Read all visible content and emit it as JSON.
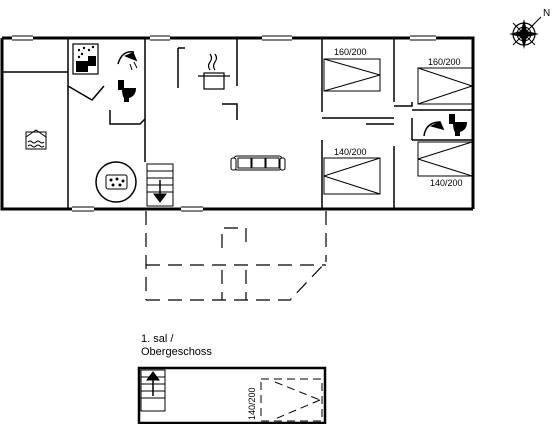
{
  "compass": {
    "north_label": "N",
    "icon": "compass-rose-icon"
  },
  "ground_floor": {
    "bed_labels": [
      "160/200",
      "160/200",
      "140/200",
      "140/200"
    ],
    "icons": [
      "pool-icon",
      "sauna-icon",
      "shower-icon",
      "toilet-icon",
      "stove-pot-icon",
      "hot-tub-icon",
      "stairs-down-icon",
      "sofa-icon",
      "shower-icon",
      "toilet-icon"
    ]
  },
  "upper_floor": {
    "title_line1": "1. sal /",
    "title_line2": "Obergeschoss",
    "bed_label": "140/200",
    "icons": [
      "stairs-up-icon"
    ]
  }
}
